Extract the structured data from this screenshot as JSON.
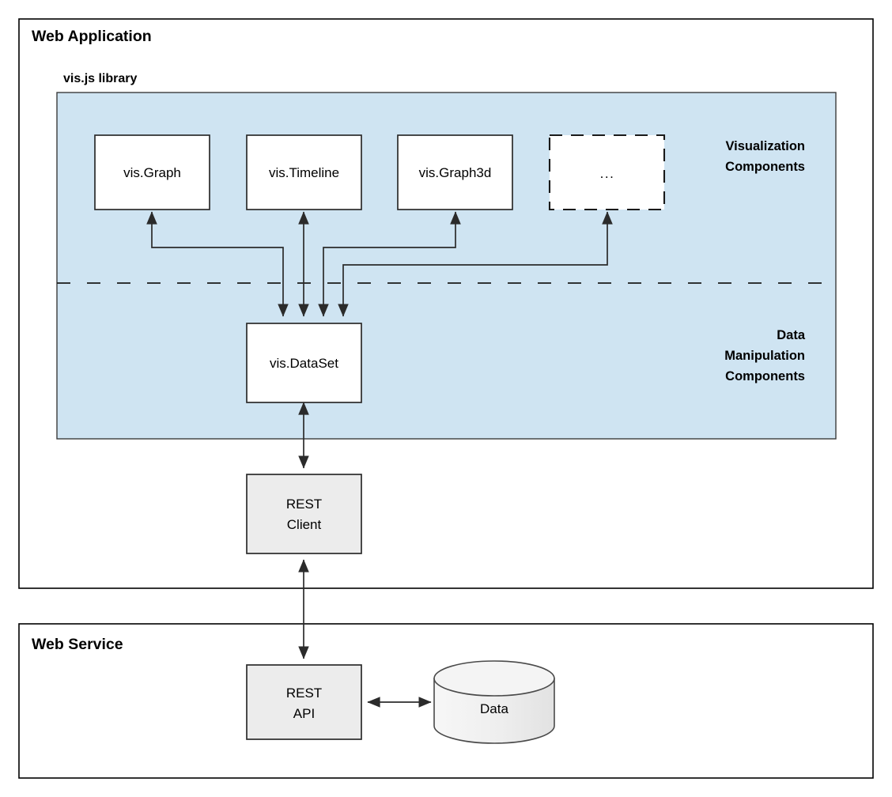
{
  "containers": {
    "web_application": {
      "title": "Web Application"
    },
    "web_service": {
      "title": "Web Service"
    }
  },
  "library": {
    "title": "vis.js library",
    "group_labels": {
      "visualization": [
        "Visualization",
        "Components"
      ],
      "data_manipulation": [
        "Data",
        "Manipulation",
        "Components"
      ]
    }
  },
  "nodes": {
    "vis_graph": {
      "label": "vis.Graph"
    },
    "vis_timeline": {
      "label": "vis.Timeline"
    },
    "vis_graph3d": {
      "label": "vis.Graph3d"
    },
    "more_components": {
      "label": "..."
    },
    "vis_dataset": {
      "label": "vis.DataSet"
    },
    "rest_client": {
      "line1": "REST",
      "line2": "Client"
    },
    "rest_api": {
      "line1": "REST",
      "line2": "API"
    },
    "data_store": {
      "label": "Data"
    }
  },
  "colors": {
    "panel_fill": "#cfe4f2",
    "panel_stroke": "#3b3b3b",
    "node_fill": "#ffffff",
    "node_gray_fill": "#ececec",
    "cylinder_fill": "#efefef",
    "line": "#2b2b2b",
    "text": "#000000",
    "background": "#ffffff"
  }
}
